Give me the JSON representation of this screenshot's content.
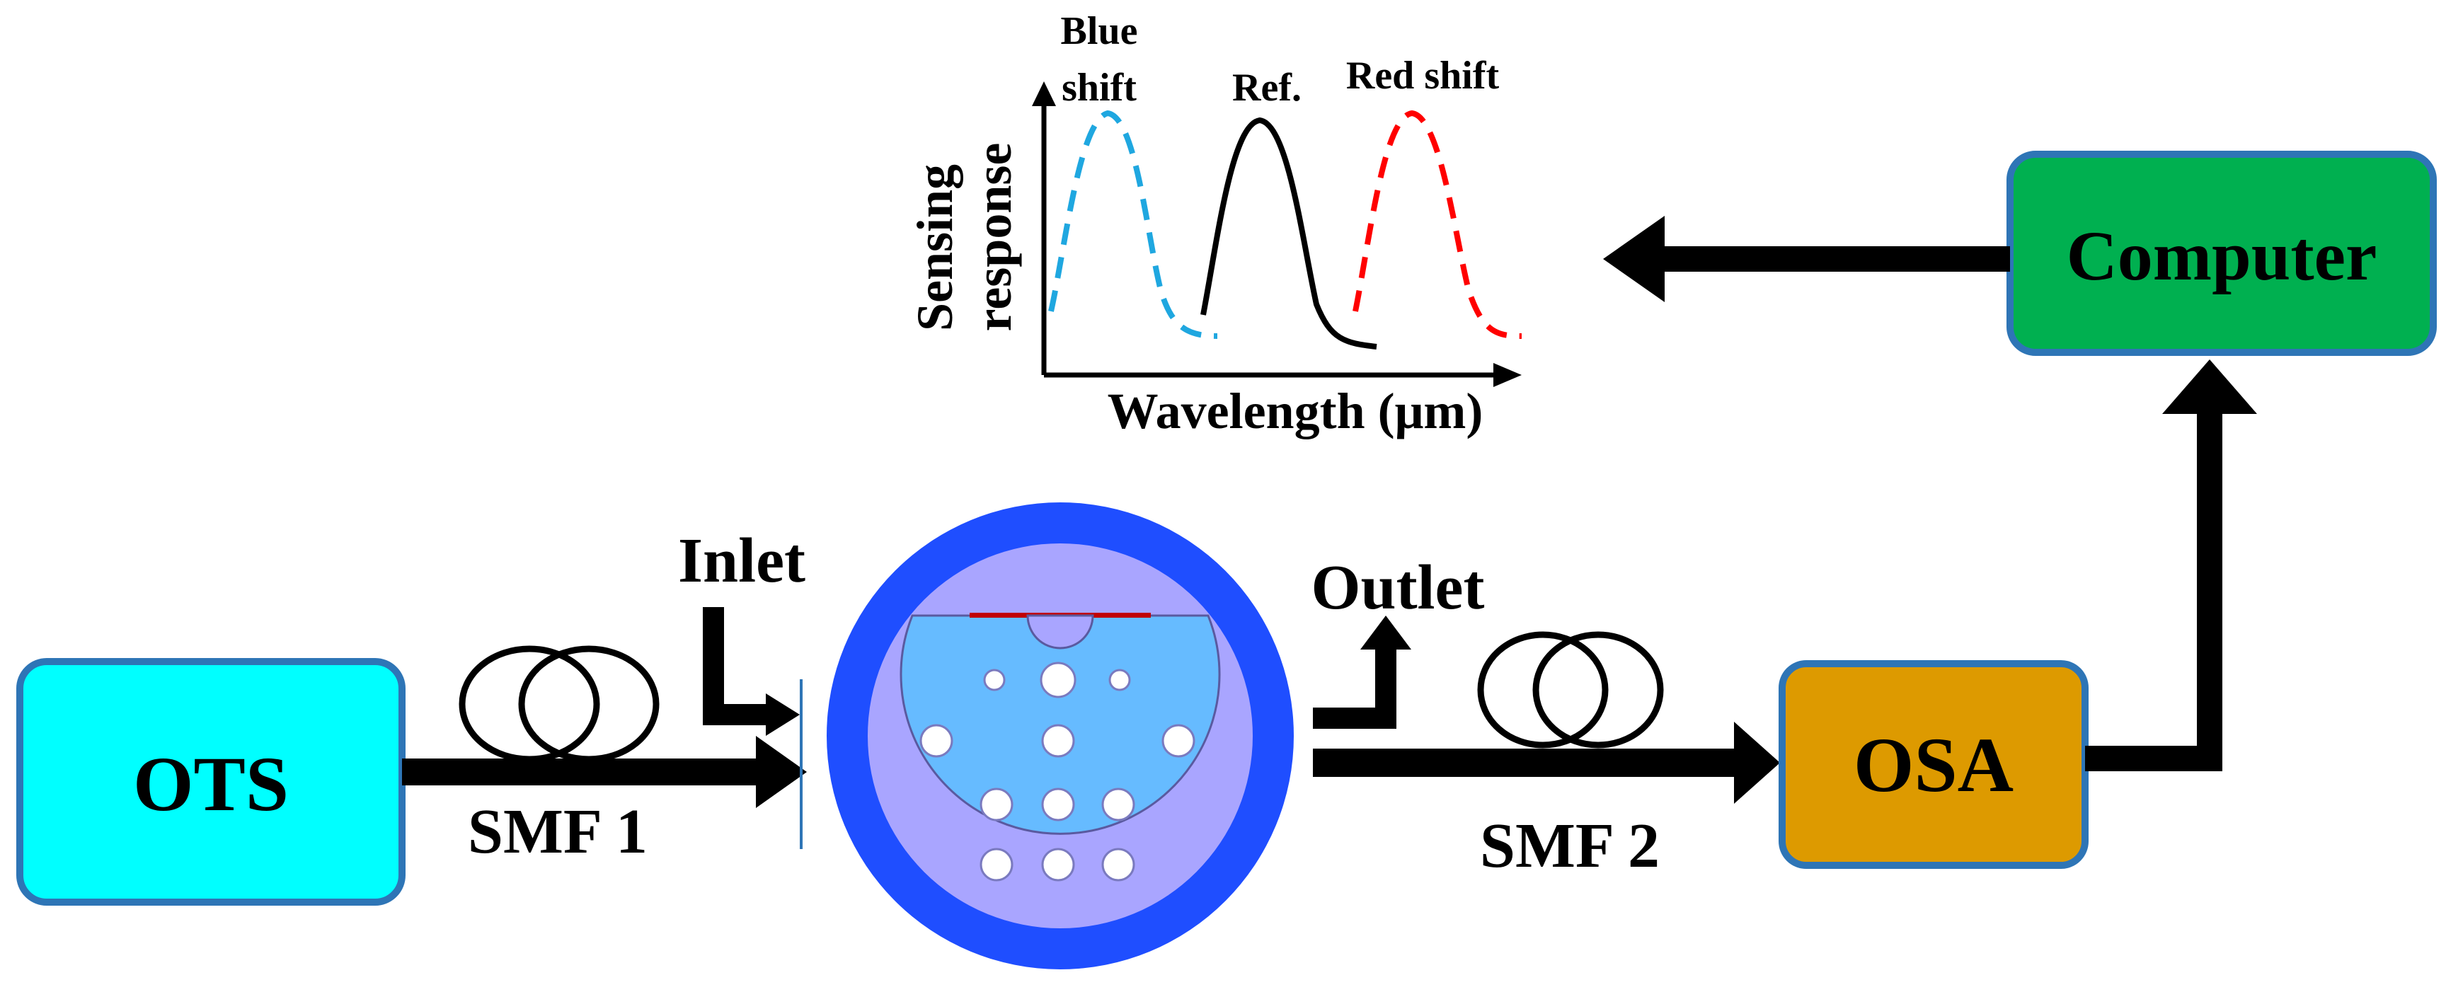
{
  "boxes": {
    "ots": {
      "label": "OTS",
      "fill": "#00FFFF",
      "stroke": "#2E75B6"
    },
    "osa": {
      "label": "OSA",
      "fill": "#DD9A00",
      "stroke": "#2E75B6"
    },
    "computer": {
      "label": "Computer",
      "fill": "#00B050",
      "stroke": "#2E75B6"
    }
  },
  "fibers": {
    "smf1": "SMF 1",
    "smf2": "SMF 2"
  },
  "ports": {
    "inlet": "Inlet",
    "outlet": "Outlet"
  },
  "sensor": {
    "outer_ring_color": "#1F4EFF",
    "cladding_color": "#A9A5FF",
    "core_color": "#66BBFF",
    "coating_color": "#C00000"
  },
  "inset_plot": {
    "ylabel_line1": "Sensing",
    "ylabel_line2": "response",
    "xlabel": "Wavelength (μm)",
    "peaks": [
      {
        "label_line1": "Blue",
        "label_line2": "shift",
        "color": "#1FA7E0",
        "style": "dashed"
      },
      {
        "label_line1": "Ref.",
        "label_line2": "",
        "color": "#000000",
        "style": "solid"
      },
      {
        "label_line1": "Red shift",
        "label_line2": "",
        "color": "#FF0000",
        "style": "dashed"
      }
    ]
  }
}
